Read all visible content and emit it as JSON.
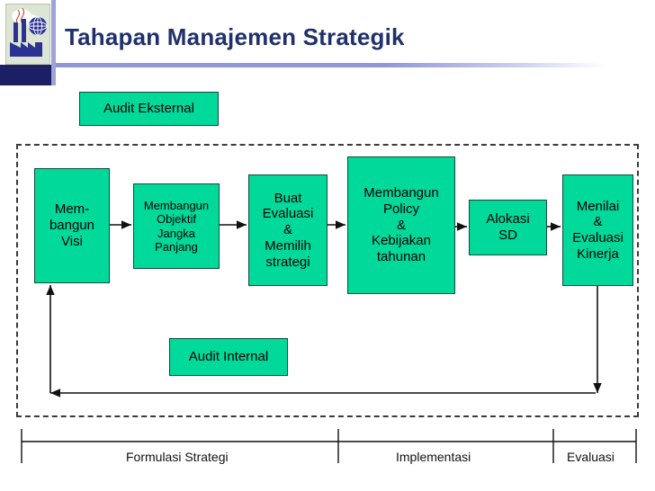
{
  "header": {
    "title": "Tahapan Manajemen Strategik",
    "logo_icon": "factory-globe-logo",
    "rule_color": "#9196d8",
    "title_color": "#20306b"
  },
  "diagram": {
    "type": "flowchart",
    "box_fill": "#00d99a",
    "box_border": "#0e4d3b",
    "dashed_border_color": "#3a3a3a",
    "external_input": {
      "label": "Audit Eksternal"
    },
    "internal_input": {
      "label": "Audit Internal"
    },
    "steps": [
      {
        "id": "visi",
        "label": "Mem-\nbangun\nVisi",
        "lines": [
          "Mem-",
          "bangun",
          "Visi"
        ]
      },
      {
        "id": "objektif",
        "label": "Membangun Objektif Jangka Panjang",
        "lines": [
          "Membangun",
          "Objektif",
          "Jangka",
          "Panjang"
        ]
      },
      {
        "id": "strategi",
        "label": "Buat Evaluasi & Memilih strategi",
        "lines": [
          "Buat",
          "Evaluasi",
          "&",
          "Memilih",
          "strategi"
        ]
      },
      {
        "id": "policy",
        "label": "Membangun Policy & Kebijakan tahunan",
        "lines": [
          "Membangun",
          "Policy",
          "&",
          "Kebijakan",
          "tahunan"
        ]
      },
      {
        "id": "alokasi",
        "label": "Alokasi SD",
        "lines": [
          "Alokasi",
          "SD"
        ]
      },
      {
        "id": "menilai",
        "label": "Menilai & Evaluasi Kinerja",
        "lines": [
          "Menilai",
          "&",
          "Evaluasi",
          "Kinerja"
        ]
      }
    ],
    "feedback_loop": "Menilai & Evaluasi Kinerja back to Mem-bangun Visi"
  },
  "phases": {
    "items": [
      {
        "label": "Formulasi Strategi"
      },
      {
        "label": "Implementasi"
      },
      {
        "label": "Evaluasi"
      }
    ]
  }
}
